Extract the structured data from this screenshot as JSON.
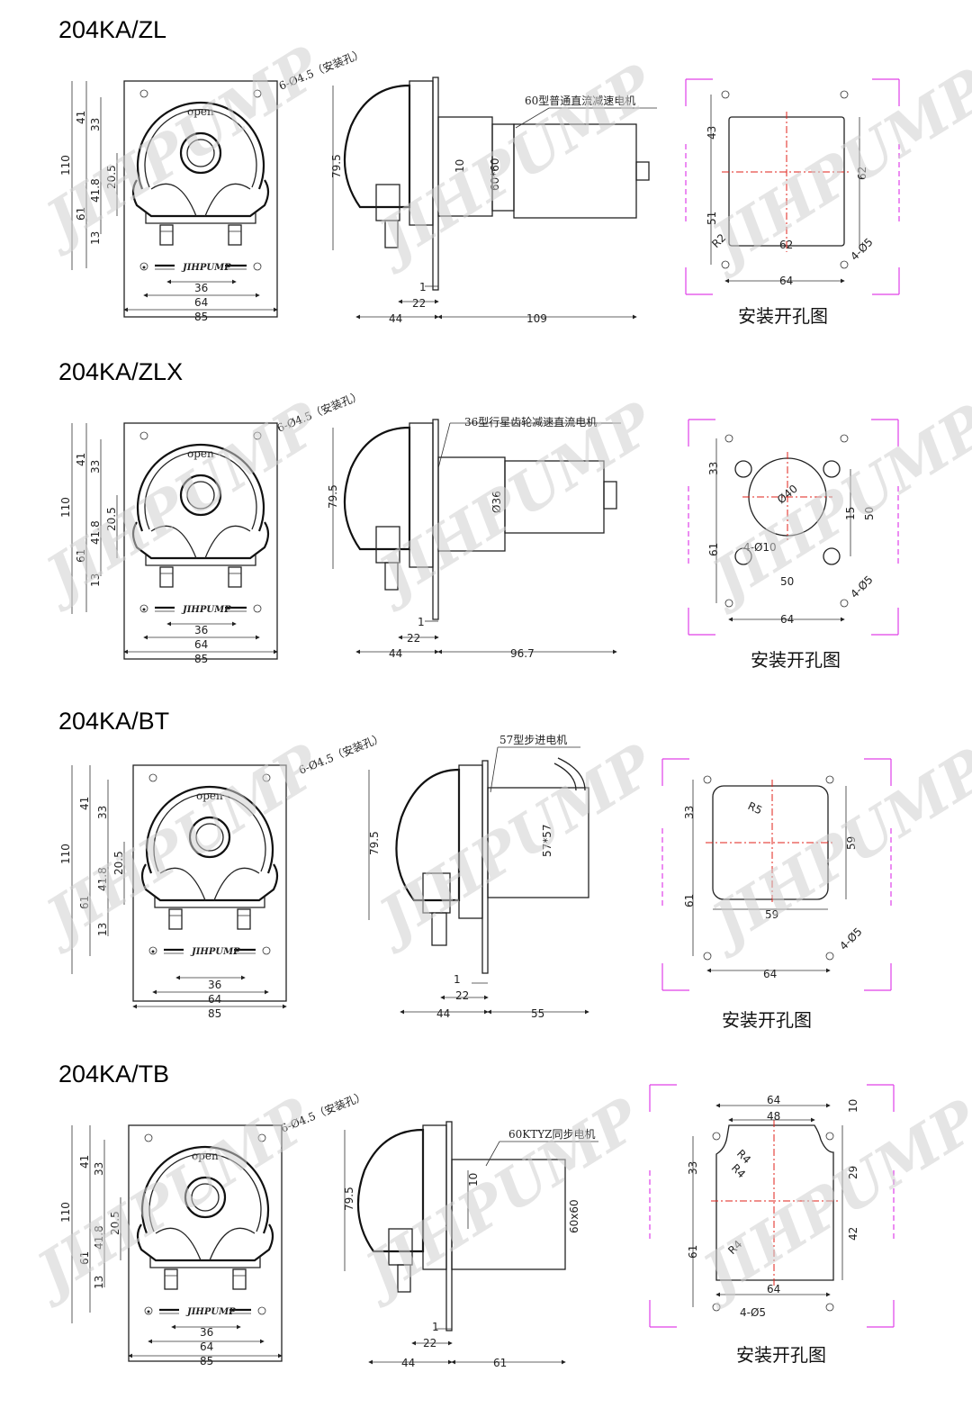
{
  "watermark": "JIHPUMP",
  "registered_mark": "®",
  "sections": [
    {
      "title": "204KA/ZL",
      "hole_note": "6-Ø4.5（安装孔）",
      "motor_label": "60型普通直流减速电机",
      "caption": "安装开孔图",
      "front": {
        "d41": "41",
        "d33": "33",
        "d20_5": "20.5",
        "d41_8": "41.8",
        "d13": "13",
        "d61": "61",
        "d110": "110",
        "w36": "36",
        "w64": "64",
        "w85": "85",
        "open": "open",
        "logo": "JIHPUMP"
      },
      "side": {
        "h79_5": "79.5",
        "d10": "10",
        "d6060": "60*60",
        "d1": "1",
        "d22": "22",
        "d44": "44",
        "len": "109"
      },
      "cut": {
        "a": "43",
        "b": "51",
        "c": "62",
        "d": "62",
        "e": "64",
        "r": "R2",
        "holes": "4-Ø5"
      }
    },
    {
      "title": "204KA/ZLX",
      "hole_note": "6-Ø4.5（安装孔）",
      "motor_label": "36型行星齿轮减速直流电机",
      "caption": "安装开孔图",
      "front": {
        "d41": "41",
        "d33": "33",
        "d20_5": "20.5",
        "d41_8": "41.8",
        "d13": "13",
        "d61": "61",
        "d110": "110",
        "w36": "36",
        "w64": "64",
        "w85": "85",
        "open": "open",
        "logo": "JIHPUMP"
      },
      "side": {
        "h79_5": "79.5",
        "d36": "Ø36",
        "d1": "1",
        "d22": "22",
        "d44": "44",
        "len": "96.7"
      },
      "cut": {
        "a": "33",
        "b": "61",
        "c": "15",
        "d": "50",
        "e": "64",
        "f": "50",
        "big": "Ø40",
        "small": "4-Ø10",
        "holes": "4-Ø5"
      }
    },
    {
      "title": "204KA/BT",
      "hole_note": "6-Ø4.5（安装孔）",
      "motor_label": "57型步进电机",
      "caption": "安装开孔图",
      "front": {
        "d41": "41",
        "d33": "33",
        "d20_5": "20.5",
        "d41_8": "41.8",
        "d13": "13",
        "d61": "61",
        "d110": "110",
        "w36": "36",
        "w64": "64",
        "w85": "85",
        "open": "open",
        "logo": "JIHPUMP"
      },
      "side": {
        "h79_5": "79.5",
        "d5757": "57*57",
        "d1": "1",
        "d22": "22",
        "d44": "44",
        "len": "55"
      },
      "cut": {
        "a": "33",
        "b": "61",
        "c": "59",
        "d": "59",
        "e": "64",
        "r": "R5",
        "holes": "4-Ø5"
      }
    },
    {
      "title": "204KA/TB",
      "hole_note": "6-Ø4.5（安装孔）",
      "motor_label": "60KTYZ同步电机",
      "caption": "安装开孔图",
      "front": {
        "d41": "41",
        "d33": "33",
        "d20_5": "20.5",
        "d41_8": "41.8",
        "d13": "13",
        "d61": "61",
        "d110": "110",
        "w36": "36",
        "w64": "64",
        "w85": "85",
        "open": "open",
        "logo": "JIHPUMP"
      },
      "side": {
        "h79_5": "79.5",
        "d10": "10",
        "d6060": "60x60",
        "d1": "1",
        "d22": "22",
        "d44": "44",
        "len": "61"
      },
      "cut": {
        "t64": "64",
        "t48": "48",
        "t10": "10",
        "a": "33",
        "b": "61",
        "c": "29",
        "d": "42",
        "e": "64",
        "r4a": "R4",
        "r4b": "R4",
        "r4c": "R4",
        "holes": "4-Ø5"
      }
    }
  ]
}
